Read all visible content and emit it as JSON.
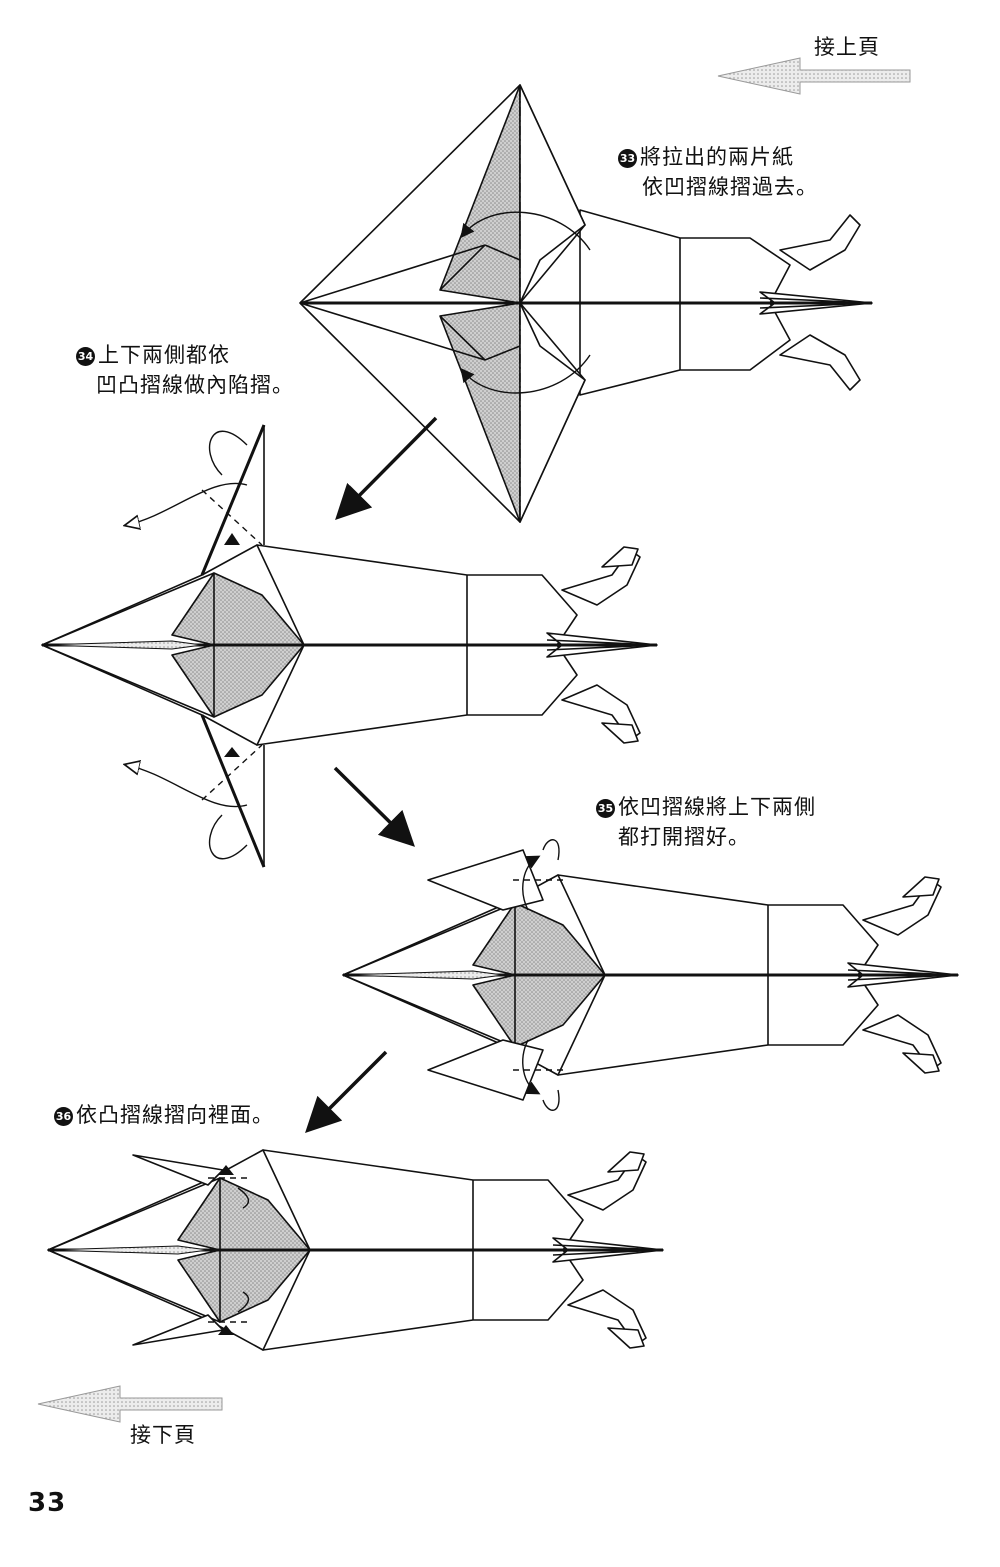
{
  "nav": {
    "prev_label": "接上頁",
    "next_label": "接下頁"
  },
  "steps": [
    {
      "num": "33",
      "line1": "將拉出的兩片紙",
      "line2": "依凹摺線摺過去。"
    },
    {
      "num": "34",
      "line1": "上下兩側都依",
      "line2": "凹凸摺線做內陷摺。"
    },
    {
      "num": "35",
      "line1": "依凹摺線將上下兩側",
      "line2": "都打開摺好。"
    },
    {
      "num": "36",
      "line1": "依凸摺線摺向裡面。"
    }
  ],
  "page_number": "33"
}
